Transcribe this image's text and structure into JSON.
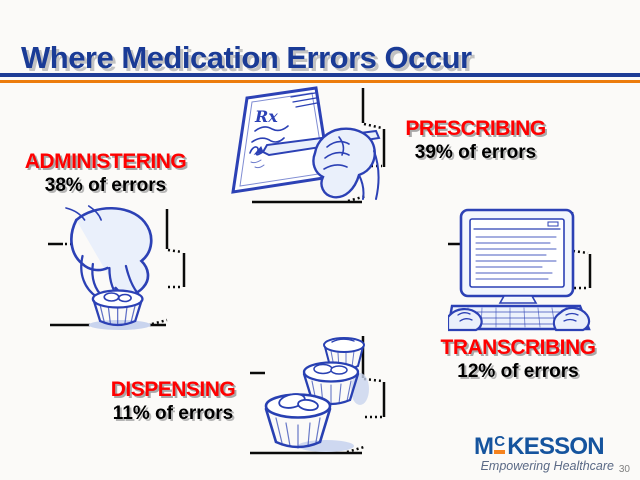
{
  "slide": {
    "title": "Where Medication Errors Occur",
    "page_number": "30"
  },
  "stations": [
    {
      "label": "ADMINISTERING",
      "stat": "38% of errors",
      "icon": "hand-medicine-cup-icon"
    },
    {
      "label": "PRESCRIBING",
      "stat": "39% of errors",
      "icon": "prescription-pad-icon"
    },
    {
      "label": "TRANSCRIBING",
      "stat": "12% of errors",
      "icon": "computer-keyboard-icon"
    },
    {
      "label": "DISPENSING",
      "stat": "11% of errors",
      "icon": "medicine-cups-icon"
    }
  ],
  "logo": {
    "prefix": "M",
    "superscript": "C",
    "suffix": "KESSON",
    "full_name": "McKESSON",
    "tagline": "Empowering Healthcare"
  },
  "colors": {
    "background": "#FBFAF8",
    "title_blue": "#1A3B96",
    "rule_navy": "#1E3C96",
    "rule_orange": "#EC7C0C",
    "label_red": "#FF0000",
    "stat_black": "#000000",
    "art_blue": "#2C41B5",
    "bracket_black": "#0A0A0A",
    "logo_blue": "#15549E",
    "logo_orange": "#F5831F",
    "tagline_gray": "#5B6A86",
    "pagenum_gray": "#808080"
  }
}
